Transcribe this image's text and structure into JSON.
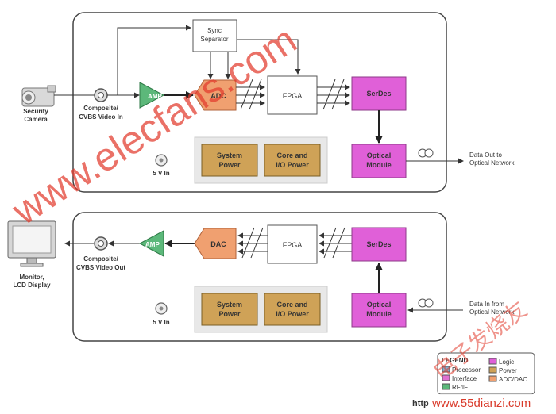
{
  "colors": {
    "logic": "#e060d8",
    "power": "#cfa257",
    "adc_dac": "#f0a070",
    "rf_if": "#5cb87a",
    "processor": "#7fb3d5",
    "interface": "#e070d0",
    "watermark": "#e23a2c"
  },
  "encoder": {
    "camera_label_1": "Security",
    "camera_label_2": "Camera",
    "input_label_1": "Composite/",
    "input_label_2": "CVBS Video In",
    "amp": "AMP",
    "adc": "ADC",
    "sync_1": "Sync",
    "sync_2": "Separator",
    "fpga": "FPGA",
    "serdes": "SerDes",
    "optical_1": "Optical",
    "optical_2": "Module",
    "system_power_1": "System",
    "system_power_2": "Power",
    "core_power_1": "Core and",
    "core_power_2": "I/O Power",
    "five_v": "5 V In",
    "out_label_1": "Data Out to",
    "out_label_2": "Optical Network"
  },
  "decoder": {
    "monitor_label_1": "Monitor,",
    "monitor_label_2": "LCD Display",
    "output_label_1": "Composite/",
    "output_label_2": "CVBS Video Out",
    "amp": "AMP",
    "dac": "DAC",
    "fpga": "FPGA",
    "serdes": "SerDes",
    "optical_1": "Optical",
    "optical_2": "Module",
    "system_power_1": "System",
    "system_power_2": "Power",
    "core_power_1": "Core and",
    "core_power_2": "I/O Power",
    "five_v": "5 V In",
    "in_label_1": "Data In from",
    "in_label_2": "Optical Network"
  },
  "legend": {
    "title": "LEGEND",
    "items": [
      "Processor",
      "Interface",
      "RF/IF",
      "Logic",
      "Power",
      "ADC/DAC"
    ]
  },
  "watermarks": {
    "main": "www.elecfans.com",
    "corner_url": "www.55dianzi.com",
    "corner_prefix": "http",
    "corner_cjk": "电子发烧友"
  }
}
